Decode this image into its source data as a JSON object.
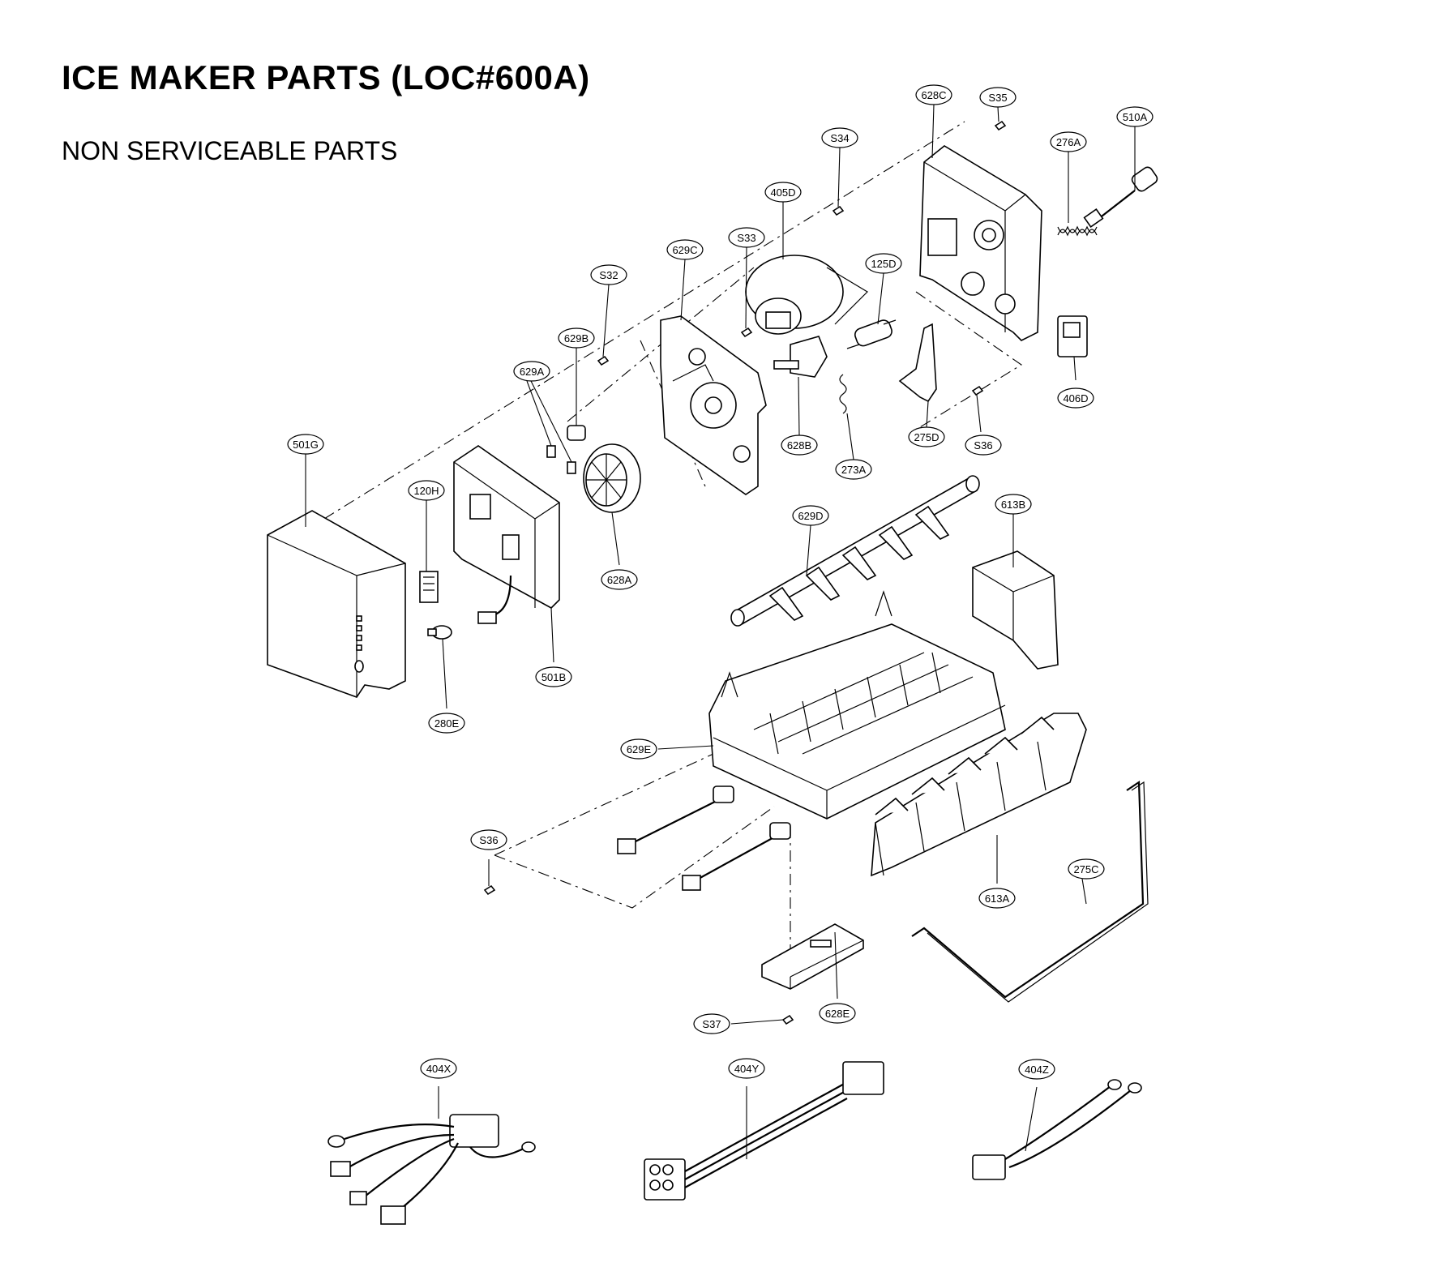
{
  "header": {
    "title": "ICE MAKER PARTS (LOC#600A)",
    "subtitle": "NON SERVICEABLE PARTS"
  },
  "parts": [
    {
      "id": "628C",
      "label": "628C"
    },
    {
      "id": "S35",
      "label": "S35"
    },
    {
      "id": "510A",
      "label": "510A"
    },
    {
      "id": "S34",
      "label": "S34"
    },
    {
      "id": "276A",
      "label": "276A"
    },
    {
      "id": "405D",
      "label": "405D"
    },
    {
      "id": "S33",
      "label": "S33"
    },
    {
      "id": "629C",
      "label": "629C"
    },
    {
      "id": "125D",
      "label": "125D"
    },
    {
      "id": "S32",
      "label": "S32"
    },
    {
      "id": "629B",
      "label": "629B"
    },
    {
      "id": "629A",
      "label": "629A"
    },
    {
      "id": "406D",
      "label": "406D"
    },
    {
      "id": "628B",
      "label": "628B"
    },
    {
      "id": "275D",
      "label": "275D"
    },
    {
      "id": "S36-top",
      "label": "S36"
    },
    {
      "id": "273A",
      "label": "273A"
    },
    {
      "id": "501G",
      "label": "501G"
    },
    {
      "id": "120H",
      "label": "120H"
    },
    {
      "id": "629D",
      "label": "629D"
    },
    {
      "id": "613B",
      "label": "613B"
    },
    {
      "id": "628A",
      "label": "628A"
    },
    {
      "id": "501B",
      "label": "501B"
    },
    {
      "id": "280E",
      "label": "280E"
    },
    {
      "id": "629E",
      "label": "629E"
    },
    {
      "id": "S36-bottom",
      "label": "S36"
    },
    {
      "id": "275C",
      "label": "275C"
    },
    {
      "id": "613A",
      "label": "613A"
    },
    {
      "id": "628E",
      "label": "628E"
    },
    {
      "id": "S37",
      "label": "S37"
    },
    {
      "id": "404X",
      "label": "404X"
    },
    {
      "id": "404Y",
      "label": "404Y"
    },
    {
      "id": "404Z",
      "label": "404Z"
    }
  ]
}
